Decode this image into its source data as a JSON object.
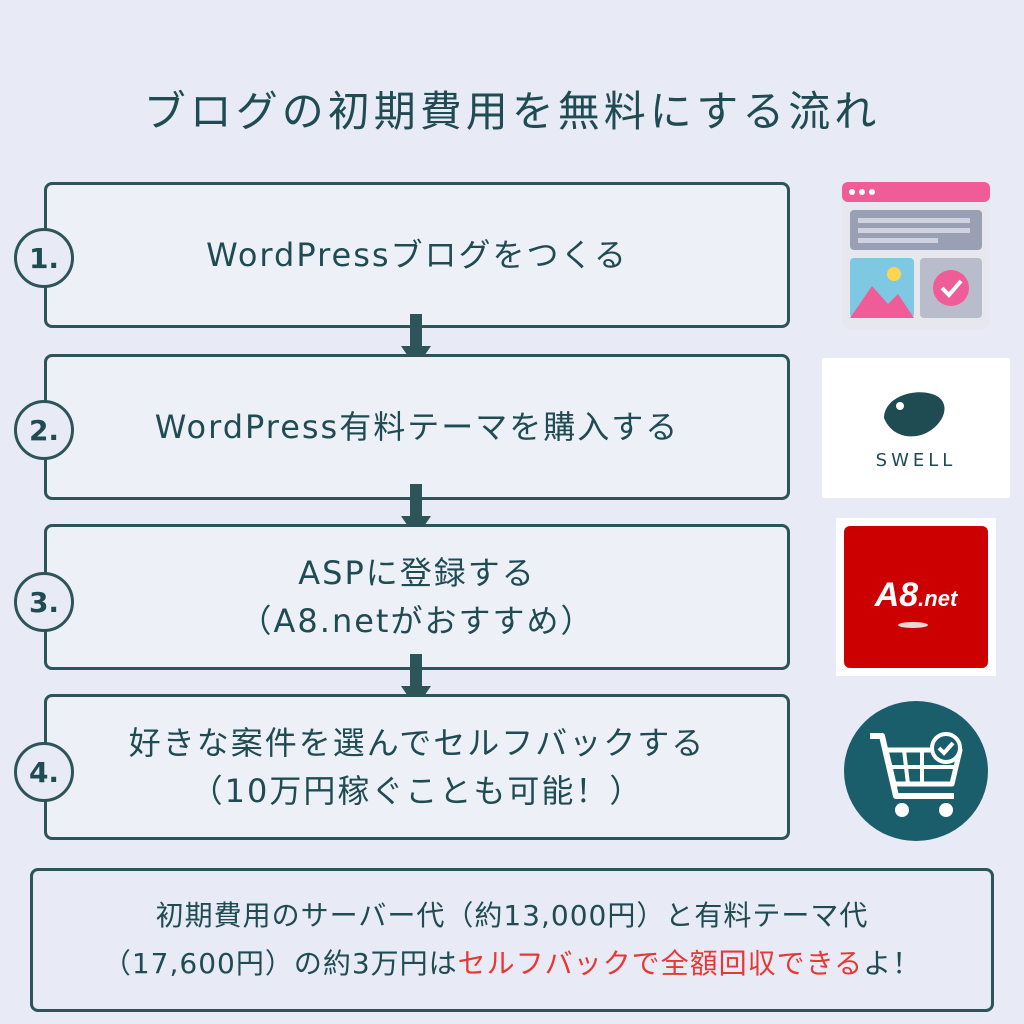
{
  "title": "ブログの初期費用を無料にする流れ",
  "steps": [
    {
      "number": "1.",
      "lines": [
        "WordPressブログをつくる"
      ]
    },
    {
      "number": "2.",
      "lines": [
        "WordPress有料テーマを購入する"
      ]
    },
    {
      "number": "3.",
      "lines": [
        "ASPに登録する",
        "（A8.netがおすすめ）"
      ]
    },
    {
      "number": "4.",
      "lines": [
        "好きな案件を選んでセルフバックする",
        "（10万円稼ぐことも可能！）"
      ]
    }
  ],
  "icons": {
    "step1": "website-layout-icon",
    "step2": "swell-logo",
    "step3": "a8net-logo",
    "step4": "shopping-cart-check-icon"
  },
  "logos": {
    "swell_text": "SWELL",
    "a8_text": "A8",
    "a8_net_text": ".net"
  },
  "summary": {
    "line1": "初期費用のサーバー代（約13,000円）と有料テーマ代",
    "line2_prefix": "（17,600円）の約3万円は",
    "line2_accent": "セルフバックで全額回収できる",
    "line2_suffix": "よ！"
  },
  "colors": {
    "background": "#e8eaf6",
    "primary": "#1f4b52",
    "accent": "#e53935",
    "a8_red": "#cc0000",
    "cart_teal": "#1b5e6b",
    "pink": "#ef5c97"
  }
}
